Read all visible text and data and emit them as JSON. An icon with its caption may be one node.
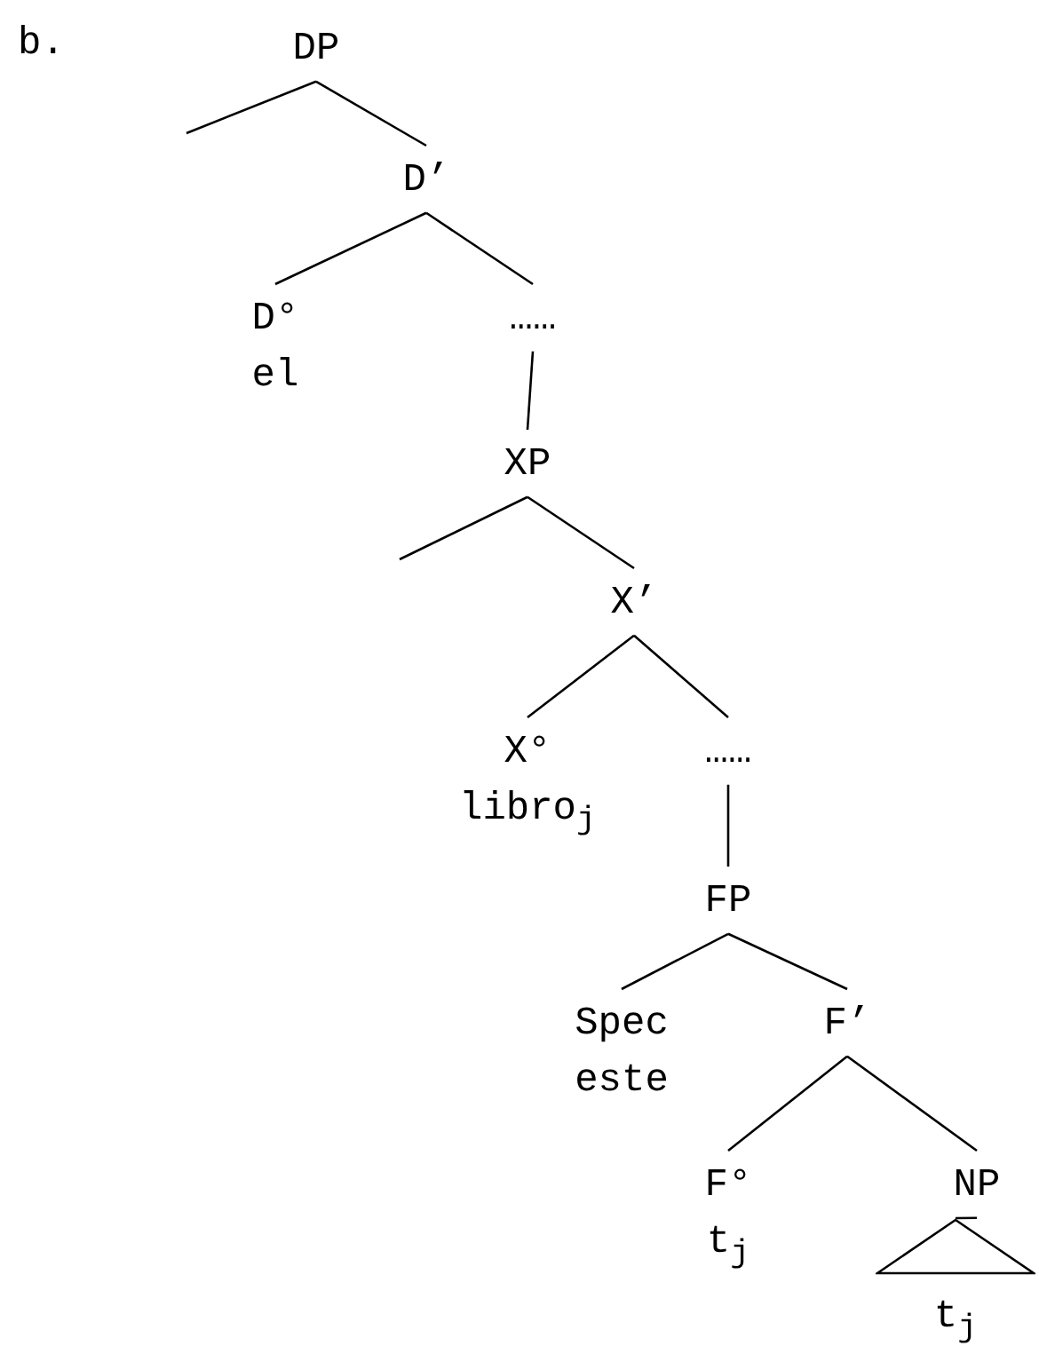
{
  "diagram": {
    "nodes": [
      {
        "text": [
          "DP"
        ]
      },
      {
        "text": [
          "D’"
        ]
      },
      {
        "text": [
          "D°",
          "el"
        ]
      },
      {
        "text": [
          "……"
        ]
      },
      {
        "text": [
          "XP"
        ]
      },
      {
        "text": [
          "X’"
        ]
      },
      {
        "text": [
          "X°",
          "libro$_{j}$"
        ]
      },
      {
        "text": [
          "……"
        ]
      },
      {
        "text": [
          "FP"
        ]
      },
      {
        "text": [
          "Spec",
          "este"
        ]
      },
      {
        "text": [
          "F’"
        ]
      },
      {
        "text": [
          "F°",
          "t$_{j}$"
        ]
      },
      {
        "text": [
          "NP"
        ]
      },
      {
        "text": [],
        "shape": "triangle",
        "beside": [
          "t$_{j}$"
        ]
      }
    ],
    "edges": [
      {
        "from": 0,
        "to": null,
        "arrow": "none"
      },
      {
        "from": 0,
        "to": 1,
        "arrow": "none"
      },
      {
        "from": 1,
        "to": 2,
        "arrow": "none"
      },
      {
        "from": 1,
        "to": 3,
        "arrow": "none"
      },
      {
        "from": 3,
        "to": 4,
        "arrow": "none"
      },
      {
        "from": 4,
        "to": null,
        "arrow": "none"
      },
      {
        "from": 4,
        "to": 5,
        "arrow": "none"
      },
      {
        "from": 5,
        "to": 6,
        "arrow": "none"
      },
      {
        "from": 5,
        "to": 7,
        "arrow": "none"
      },
      {
        "from": 7,
        "to": 8,
        "arrow": "none"
      },
      {
        "from": 8,
        "to": 9,
        "arrow": "none"
      },
      {
        "from": 8,
        "to": 10,
        "arrow": "none"
      },
      {
        "from": 10,
        "to": 11,
        "arrow": "none"
      },
      {
        "from": 10,
        "to": 12,
        "arrow": "none"
      },
      {
        "from": 12,
        "to": 13,
        "arrow": "none"
      }
    ],
    "labels": [
      "b."
    ]
  }
}
